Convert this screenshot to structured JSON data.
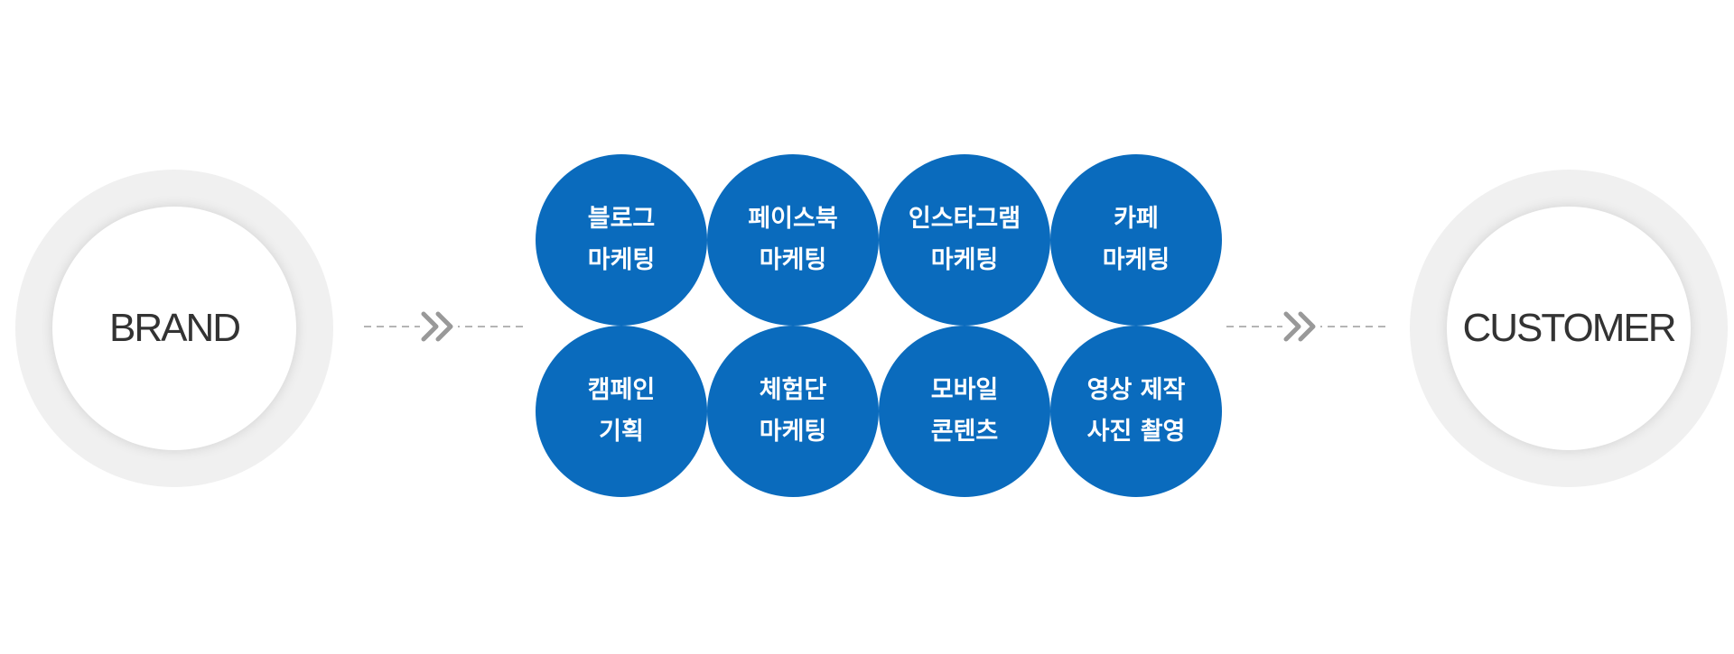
{
  "left": {
    "label": "BRAND"
  },
  "right": {
    "label": "CUSTOMER"
  },
  "colors": {
    "bubble": "#0a6bbd",
    "bubble_text": "#ffffff",
    "ring_outer": "#f0f0f0",
    "ring_inner": "#ffffff",
    "label_text": "#333333",
    "connector": "#b5b5b5",
    "chevron": "#999999"
  },
  "icons": {
    "arrow": "double-chevron-right-icon"
  },
  "services": [
    {
      "line1": "블로그",
      "line2": "마케팅"
    },
    {
      "line1": "페이스북",
      "line2": "마케팅"
    },
    {
      "line1": "인스타그램",
      "line2": "마케팅"
    },
    {
      "line1": "카페",
      "line2": "마케팅"
    },
    {
      "line1": "캠페인",
      "line2": "기획"
    },
    {
      "line1": "체험단",
      "line2": "마케팅"
    },
    {
      "line1": "모바일",
      "line2": "콘텐츠"
    },
    {
      "line1": "영상 제작",
      "line2": "사진 촬영"
    }
  ]
}
